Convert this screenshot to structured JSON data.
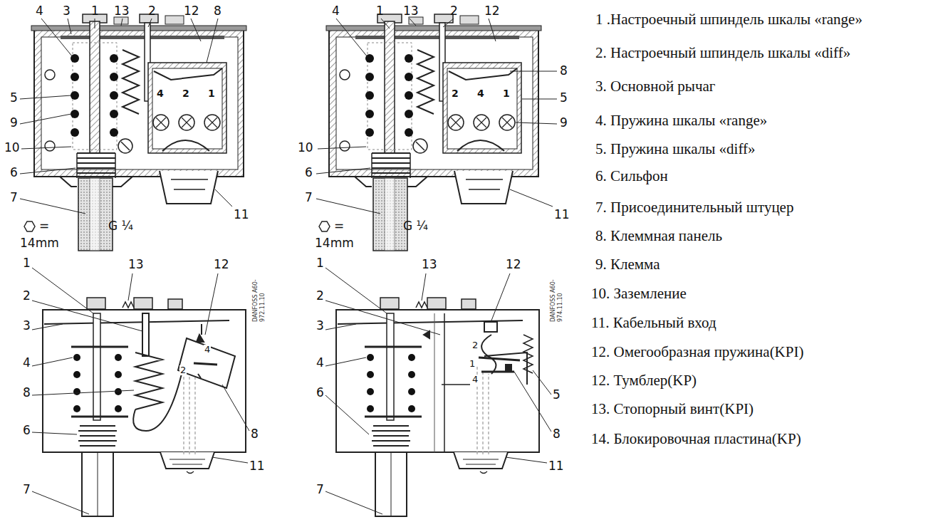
{
  "diagram": {
    "labels": [
      "4",
      "3",
      "1",
      "13",
      "2",
      "12",
      "8",
      "5",
      "9",
      "10",
      "6",
      "7",
      "11",
      "4",
      "2",
      "1",
      "=",
      "14mm",
      "G ¼",
      "4",
      "1",
      "13",
      "2",
      "12",
      "8",
      "5",
      "9",
      "10",
      "6",
      "7",
      "11",
      "2",
      "4",
      "1",
      "=",
      "14mm",
      "G ¼",
      "1",
      "13",
      "12",
      "2",
      "3",
      "4",
      "8",
      "6",
      "7",
      "8",
      "11",
      "4",
      "2",
      "DANFOSS A60-972.11.10",
      "1",
      "13",
      "12",
      "2",
      "3",
      "4",
      "6",
      "7",
      "5",
      "8",
      "11",
      "2",
      "1",
      "4",
      "DANFOSS A60-974.11.10",
      "1 .Настроечный шпиндель шкалы «range»",
      "2. Настроечный шпиндель шкалы «diff»",
      "3. Основной рычаг",
      "4. Пружина шкалы «range»",
      "5. Пружина шкалы «diff»",
      "6. Сильфон",
      "7. Присоединительный штуцер",
      "8. Клеммная панель",
      "9. Клемма",
      "10. Заземление",
      "11. Кабельный вход",
      "12. Омегообразная пружина(KPI)",
      "12. Тумблер(KP)",
      "13. Стопорный винт(KPI)",
      "14. Блокировочная пластина(KP)"
    ]
  }
}
